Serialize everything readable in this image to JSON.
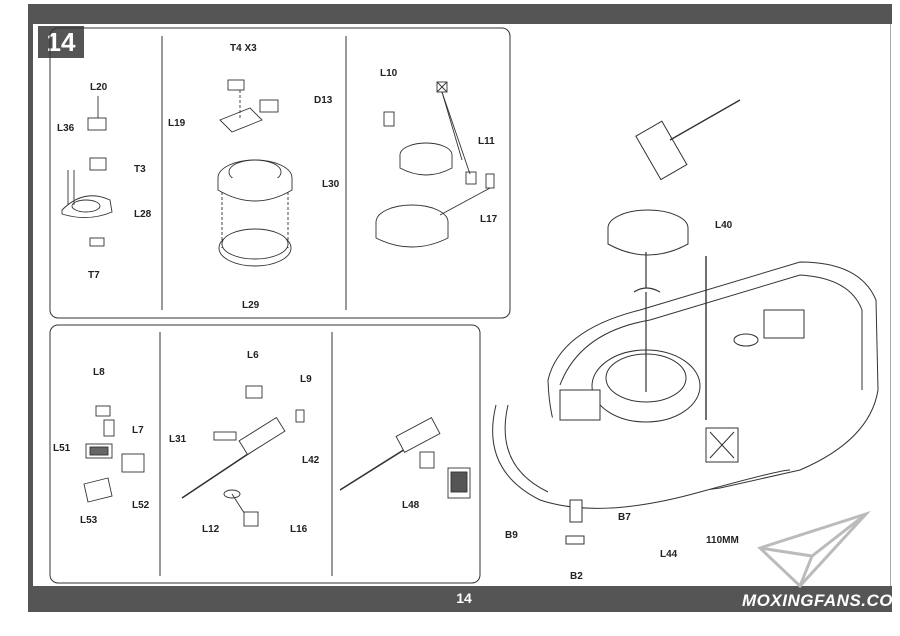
{
  "step_number": "14",
  "page_number": "14",
  "watermark": "MOXINGFANS.COM",
  "panel_top_left": {
    "labels": [
      "L20",
      "L36",
      "T3",
      "L28",
      "T7"
    ]
  },
  "panel_top_mid": {
    "labels": [
      "T4 X3",
      "L19",
      "D13",
      "L30",
      "L29"
    ]
  },
  "panel_top_right": {
    "labels": [
      "L10",
      "L11",
      "L17"
    ]
  },
  "panel_bottom_left": {
    "labels": [
      "L8",
      "L7",
      "L51",
      "L52",
      "L53"
    ]
  },
  "panel_bottom_mid": {
    "labels": [
      "L6",
      "L9",
      "L31",
      "L42",
      "L12",
      "L16"
    ]
  },
  "panel_bottom_right": {
    "labels": [
      "L48"
    ]
  },
  "main_assembly": {
    "labels": [
      "L40",
      "B9",
      "B7",
      "B2",
      "L44",
      "110MM"
    ]
  }
}
